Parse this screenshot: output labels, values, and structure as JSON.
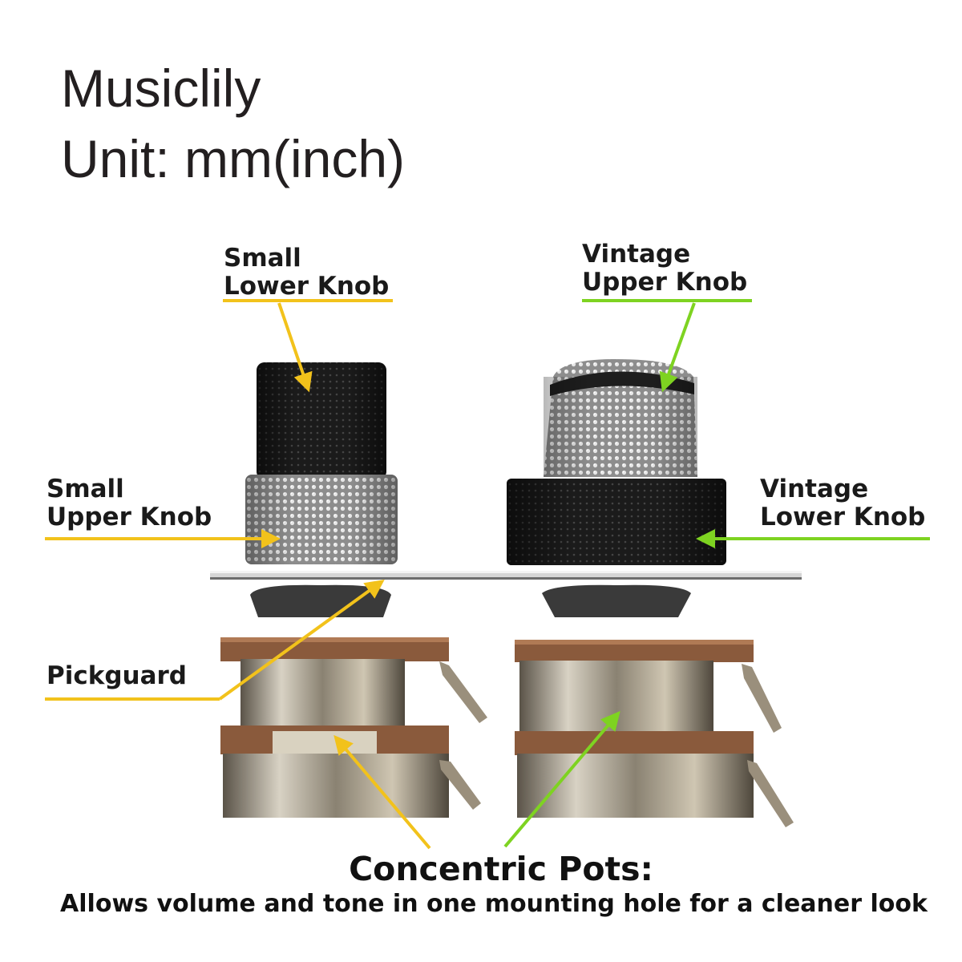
{
  "header": {
    "brand": "Musiclily",
    "unit": "Unit: mm(inch)"
  },
  "labels": {
    "small_lower_knob": [
      "Small",
      "Lower Knob"
    ],
    "vintage_upper_knob": [
      "Vintage",
      "Upper Knob"
    ],
    "small_upper_knob": [
      "Small",
      "Upper Knob"
    ],
    "vintage_lower_knob": [
      "Vintage",
      "Lower Knob"
    ],
    "pickguard": "Pickguard"
  },
  "footer": {
    "title": "Concentric Pots:",
    "subtitle": "Allows volume and tone in one mounting hole for a cleaner look"
  },
  "colors": {
    "small_callout": "#f2c21b",
    "vintage_callout": "#7ed321",
    "dark_knob": "#1c1c1c",
    "chrome_knob": "#c9c9c9",
    "pot_body": "#a89c88",
    "pot_wafer": "#8a5a3c"
  },
  "icons": {
    "small_knob_stack": "black-over-chrome-knob",
    "vintage_knob_stack": "chrome-over-black-knob",
    "pot": "concentric-pot"
  }
}
